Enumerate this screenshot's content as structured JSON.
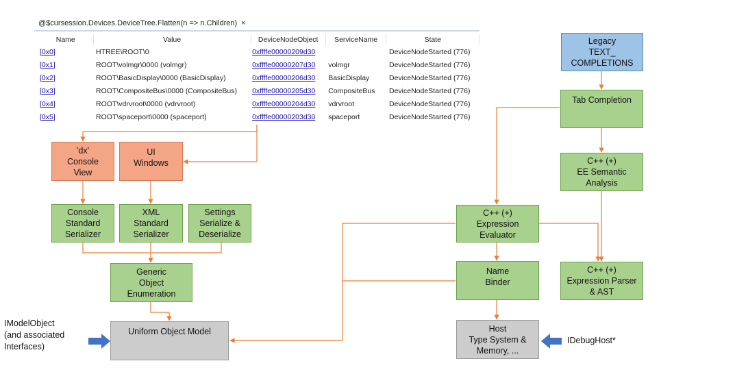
{
  "window": {
    "tab_title": "@$cursession.Devices.DeviceTree.Flatten(n => n.Children)",
    "tab_close": "×"
  },
  "table": {
    "columns": [
      "Name",
      "Value",
      "DeviceNodeObject",
      "ServiceName",
      "State"
    ],
    "rows": [
      {
        "name": "[0x0]",
        "value": "HTREE\\ROOT\\0",
        "object": "0xffffe00000209d30",
        "service": "",
        "state": "DeviceNodeStarted (776)"
      },
      {
        "name": "[0x1]",
        "value": "ROOT\\volmgr\\0000 (volmgr)",
        "object": "0xffffe00000207d30",
        "service": "volmgr",
        "state": "DeviceNodeStarted (776)"
      },
      {
        "name": "[0x2]",
        "value": "ROOT\\BasicDisplay\\0000 (BasicDisplay)",
        "object": "0xffffe00000206d30",
        "service": "BasicDisplay",
        "state": "DeviceNodeStarted (776)"
      },
      {
        "name": "[0x3]",
        "value": "ROOT\\CompositeBus\\0000 (CompositeBus)",
        "object": "0xffffe00000205d30",
        "service": "CompositeBus",
        "state": "DeviceNodeStarted (776)"
      },
      {
        "name": "[0x4]",
        "value": "ROOT\\vdrvroot\\0000 (vdrvroot)",
        "object": "0xffffe00000204d30",
        "service": "vdrvroot",
        "state": "DeviceNodeStarted (776)"
      },
      {
        "name": "[0x5]",
        "value": "ROOT\\spaceport\\0000 (spaceport)",
        "object": "0xffffe00000203d30",
        "service": "spaceport",
        "state": "DeviceNodeStarted (776)"
      }
    ]
  },
  "boxes": {
    "dx_console": [
      "'dx'",
      "Console",
      "View"
    ],
    "ui_windows": [
      "UI",
      "Windows"
    ],
    "console_serializer": [
      "Console",
      "Standard",
      "Serializer"
    ],
    "xml_serializer": [
      "XML",
      "Standard",
      "Serializer"
    ],
    "settings_serializer": [
      "Settings",
      "Serialize &",
      "Deserialize"
    ],
    "generic_enum": [
      "Generic",
      "Object",
      "Enumeration"
    ],
    "uniform_model": [
      "Uniform Object Model"
    ],
    "legacy": [
      "Legacy",
      "TEXT_",
      "COMPLETIONS"
    ],
    "tab_completion": [
      "Tab Completion"
    ],
    "semantic": [
      "C++ (+)",
      "EE Semantic",
      "Analysis"
    ],
    "expr_eval": [
      "C++ (+)",
      "Expression",
      "Evaluator"
    ],
    "name_binder": [
      "Name",
      "Binder"
    ],
    "parser": [
      "C++ (+)",
      "Expression Parser",
      "& AST"
    ],
    "host": [
      "Host",
      "Type System &",
      "Memory, ..."
    ]
  },
  "labels": {
    "imodel": [
      "IModelObject",
      "(and associated",
      "Interfaces)"
    ],
    "idebughost": "IDebugHost*"
  },
  "colors": {
    "connector": "#ed7d31",
    "interface_arrow": "#4472c4",
    "green_box": "#a9d18e",
    "orange_box": "#f4a585",
    "blue_box": "#9dc3e6",
    "gray_box": "#cccccc"
  }
}
